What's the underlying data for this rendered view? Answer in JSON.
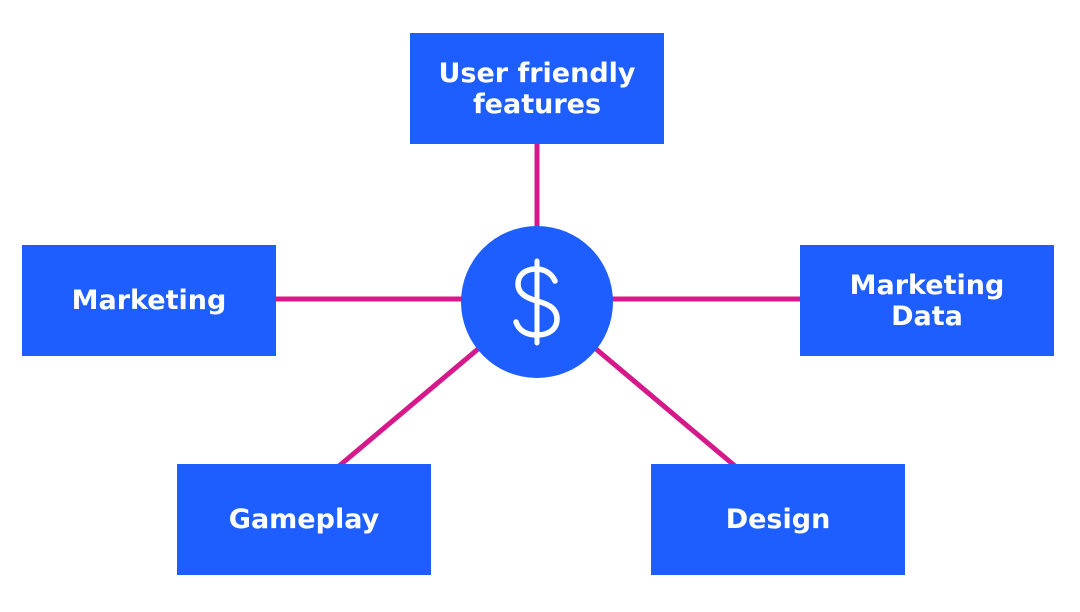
{
  "colors": {
    "node_fill": "#1e5eff",
    "connector": "#d6198a",
    "text": "#ffffff",
    "background": "#ffffff"
  },
  "center": {
    "icon": "dollar-sign-icon"
  },
  "nodes": {
    "user_friendly": {
      "line1": "User friendly",
      "line2": "features"
    },
    "marketing": {
      "label": "Marketing"
    },
    "marketing_data": {
      "line1": "Marketing",
      "line2": "Data"
    },
    "gameplay": {
      "label": "Gameplay"
    },
    "design": {
      "label": "Design"
    }
  }
}
